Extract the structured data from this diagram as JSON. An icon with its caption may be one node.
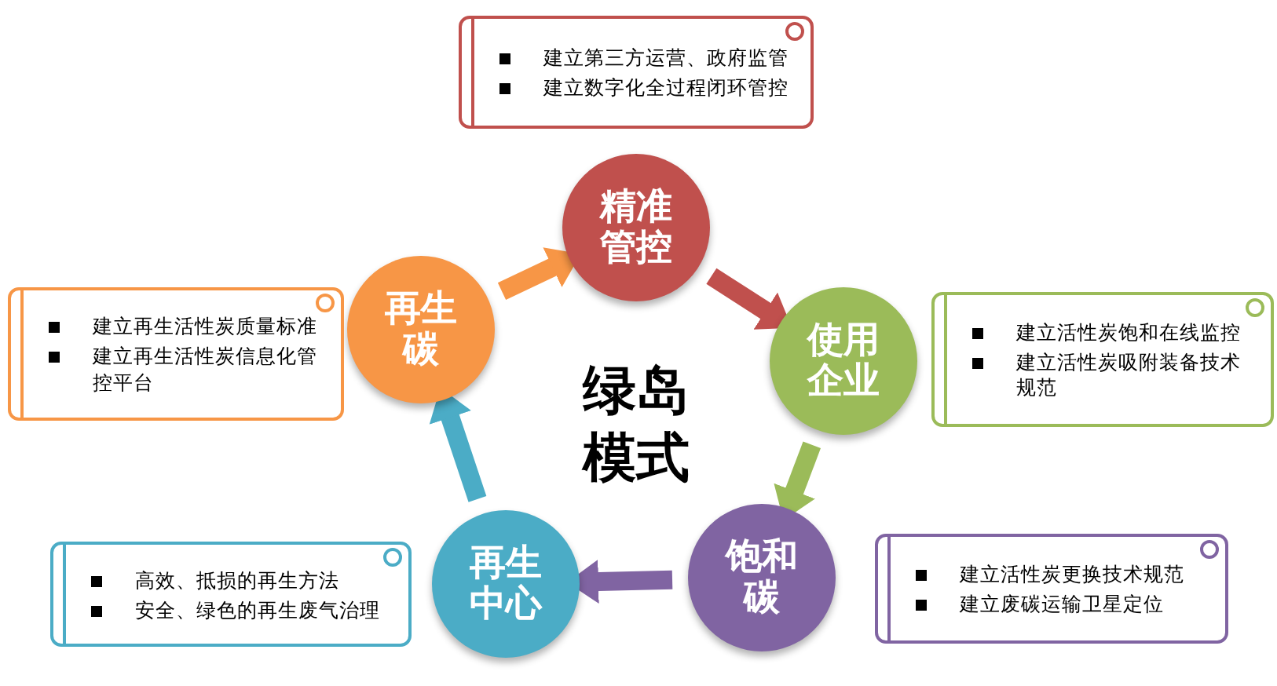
{
  "diagram": {
    "nodes": [
      {
        "text": [
          "精准管控"
        ]
      },
      {
        "text": [
          "使用企业"
        ]
      },
      {
        "text": [
          "饱和碳"
        ]
      },
      {
        "text": [
          "再生中心"
        ]
      },
      {
        "text": [
          "再生碳"
        ]
      },
      {
        "text": [
          "建立第三方运营、政府监管",
          "建立数字化全过程闭环管控"
        ]
      },
      {
        "text": [
          "建立再生活性炭质量标准",
          "建立再生活性炭信息化管控平台"
        ]
      },
      {
        "text": [
          "建立活性炭饱和在线监控",
          "建立活性炭吸附装备技术规范"
        ]
      },
      {
        "text": [
          "高效、抵损的再生方法",
          "安全、绿色的再生废气治理"
        ]
      },
      {
        "text": [
          "建立活性炭更换技术规范",
          "建立废碳运输卫星定位"
        ]
      }
    ],
    "edges": [
      {
        "from": 0,
        "to": 1,
        "arrow": "to",
        "color": "#c0504d"
      },
      {
        "from": 1,
        "to": 2,
        "arrow": "to",
        "color": "#9bbb59"
      },
      {
        "from": 2,
        "to": 3,
        "arrow": "to",
        "color": "#8064a2"
      },
      {
        "from": 3,
        "to": 4,
        "arrow": "to",
        "color": "#4bacc6"
      },
      {
        "from": 4,
        "to": 0,
        "arrow": "to",
        "color": "#f79646"
      }
    ],
    "labels": [
      "绿岛模式"
    ]
  }
}
